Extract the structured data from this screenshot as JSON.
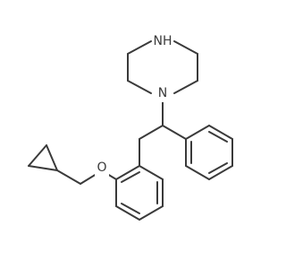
{
  "atoms": {
    "nh": "NH",
    "n": "N",
    "o": "O"
  },
  "colors": {
    "bond": "#3a3a3a",
    "background": "#ffffff"
  }
}
